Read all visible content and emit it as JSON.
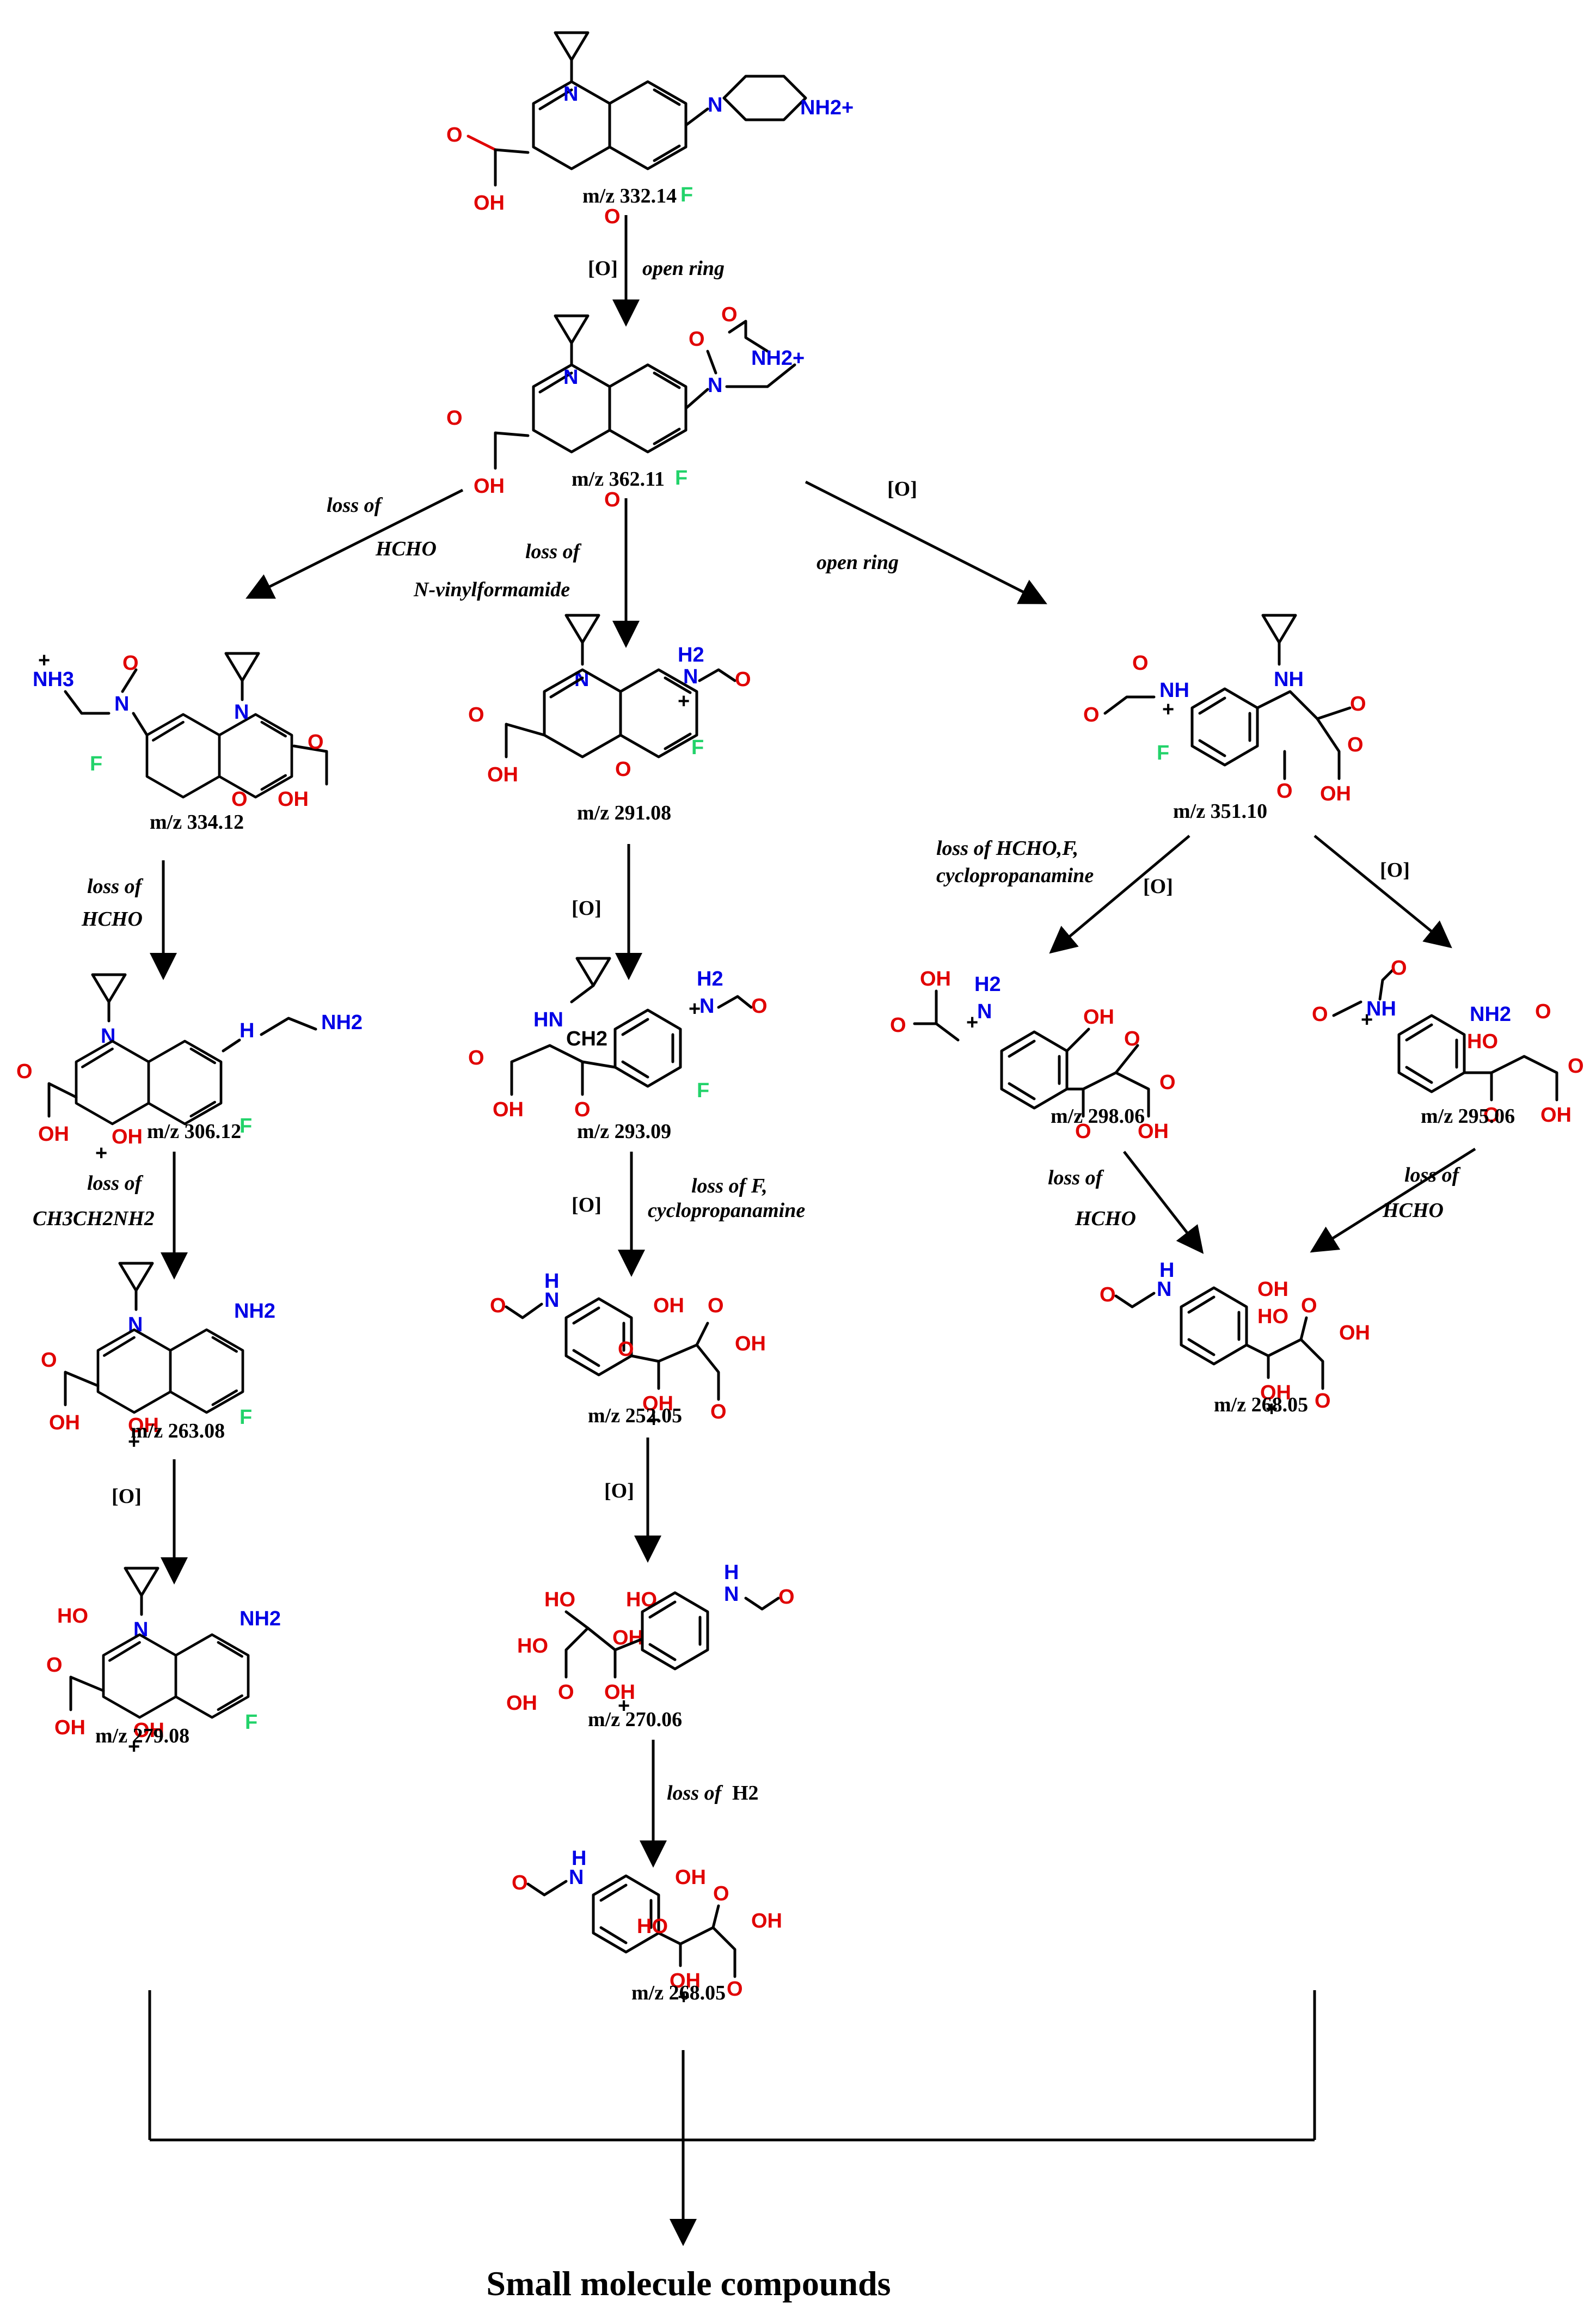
{
  "molecules": {
    "m1": {
      "mz": "m/z 332.14",
      "labels": [
        "N",
        "N",
        "NH2+",
        "F",
        "O",
        "OH",
        "O"
      ]
    },
    "m2": {
      "mz": "m/z 362.11",
      "labels": [
        "N",
        "N",
        "O",
        "O",
        "NH2+",
        "F",
        "O",
        "OH",
        "O"
      ]
    },
    "m3": {
      "mz": "m/z 334.12",
      "labels": [
        "+",
        "NH3",
        "N",
        "O",
        "N",
        "F",
        "O",
        "OH",
        "O"
      ]
    },
    "m4": {
      "mz": "m/z 291.08",
      "labels": [
        "N",
        "H2",
        "+",
        "N",
        "O",
        "F",
        "O",
        "OH",
        "O"
      ]
    },
    "m5": {
      "mz": "m/z 351.10",
      "labels": [
        "O",
        "NH",
        "+",
        "O",
        "NH",
        "O",
        "F",
        "O",
        "OH",
        "O"
      ]
    },
    "m6": {
      "mz": "m/z 306.12",
      "labels": [
        "N",
        "H",
        "NH2",
        "F",
        "O",
        "OH",
        "OH",
        "+"
      ]
    },
    "m7": {
      "mz": "m/z 293.09",
      "labels": [
        "HN",
        "CH2",
        "H2",
        "+",
        "N",
        "O",
        "F",
        "O",
        "OH",
        "O"
      ]
    },
    "m8": {
      "mz": "m/z 298.06",
      "labels": [
        "OH",
        "O",
        "H2",
        "+",
        "N",
        "OH",
        "O",
        "O",
        "OH",
        "O"
      ]
    },
    "m9": {
      "mz": "m/z 295.06",
      "labels": [
        "O",
        "+",
        "NH",
        "O",
        "NH2",
        "O",
        "HO",
        "O",
        "OH",
        "O"
      ]
    },
    "m10": {
      "mz": "m/z 263.08",
      "labels": [
        "N",
        "NH2",
        "F",
        "O",
        "OH",
        "OH",
        "+"
      ]
    },
    "m11": {
      "mz": "m/z 252.05",
      "labels": [
        "H",
        "N",
        "O",
        "OH",
        "O",
        "O",
        "OH",
        "OH",
        "O",
        "+"
      ]
    },
    "m12": {
      "mz": "m/z 268.05",
      "labels": [
        "H",
        "N",
        "O",
        "OH",
        "HO",
        "O",
        "OH",
        "OH",
        "O",
        "+"
      ]
    },
    "m13": {
      "mz": "m/z 279.08",
      "labels": [
        "HO",
        "N",
        "NH2",
        "F",
        "O",
        "OH",
        "OH",
        "+"
      ]
    },
    "m14": {
      "mz": "m/z 270.06",
      "labels": [
        "HO",
        "HO",
        "OH",
        "HO",
        "H",
        "N",
        "O",
        "O",
        "OH",
        "OH",
        "+"
      ]
    },
    "m15": {
      "mz": "m/z 268.05",
      "labels": [
        "H",
        "N",
        "O",
        "OH",
        "O",
        "HO",
        "OH",
        "OH",
        "O",
        "+"
      ]
    }
  },
  "conditions": {
    "c1a": "[O]",
    "c1b": "open ring",
    "c2a": "loss of",
    "c2b": "HCHO",
    "c3a": "loss of",
    "c3b": "N-vinylformamide",
    "c4a": "[O]",
    "c4b": "open ring",
    "c5a": "loss of",
    "c5b": "HCHO",
    "c6": "[O]",
    "c7a": "loss of HCHO,F,",
    "c7b": "cyclopropanamine",
    "c7c": "[O]",
    "c8": "[O]",
    "c9a": "loss of",
    "c9b": "CH3CH2NH2",
    "c10a": "loss of  F,",
    "c10b": "cyclopropanamine",
    "c11a": "loss of",
    "c11b": "HCHO",
    "c12a": "loss of",
    "c12b": "HCHO",
    "c13": "[O]",
    "c14": "[O]",
    "c15a": "loss of",
    "c15b": "H2"
  },
  "final_label": "Small molecule compounds"
}
